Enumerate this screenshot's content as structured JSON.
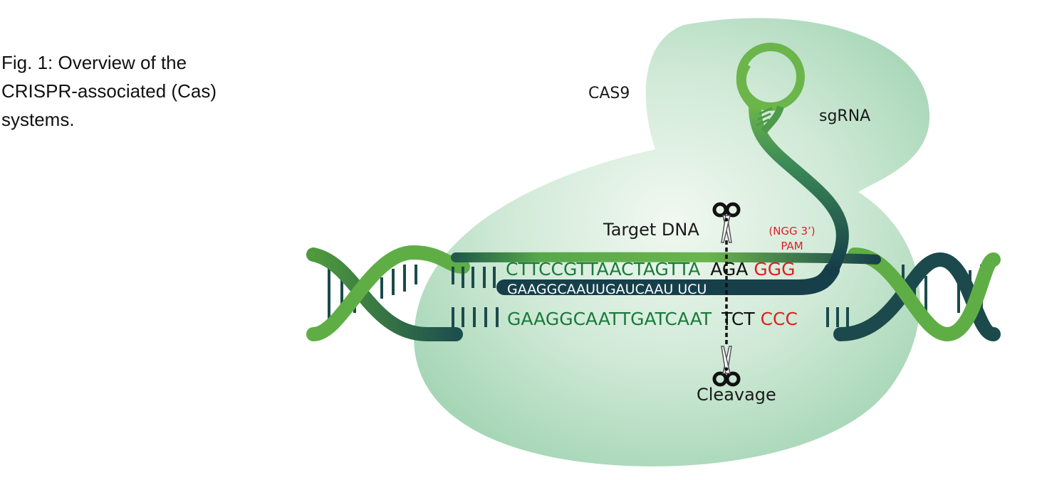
{
  "caption": {
    "line1": "Fig. 1: Overview of the",
    "line2": "CRISPR-associated (Cas)",
    "line3": "systems."
  },
  "labels": {
    "cas9": "CAS9",
    "sgrna": "sgRNA",
    "target_dna": "Target DNA",
    "pam_line1": "(NGG 3’)",
    "pam_line2": "PAM",
    "cleavage": "Cleavage"
  },
  "sequences": {
    "top_strand_target": "CTTCCGTTAACTAGTTA",
    "top_strand_after_cut": "AGA",
    "top_strand_pam": "GGG",
    "guide_rna": "GAAGGCAAUUGAUCAAU UCU",
    "bottom_strand_target": "GAAGGCAATTGATCAAT",
    "bottom_strand_after_cut": "TCT",
    "bottom_strand_pam": "CCC"
  },
  "colors": {
    "blob_outer": "#a9d8b9",
    "blob_inner": "#eef7ef",
    "dna_light": "#5fae45",
    "dna_dark": "#163f4a",
    "sequence_green": "#1a7a3a",
    "pam_red": "#e02020",
    "sgrna_light": "#6bb54a"
  },
  "icons": [
    "scissors-icon",
    "scissors-icon"
  ]
}
